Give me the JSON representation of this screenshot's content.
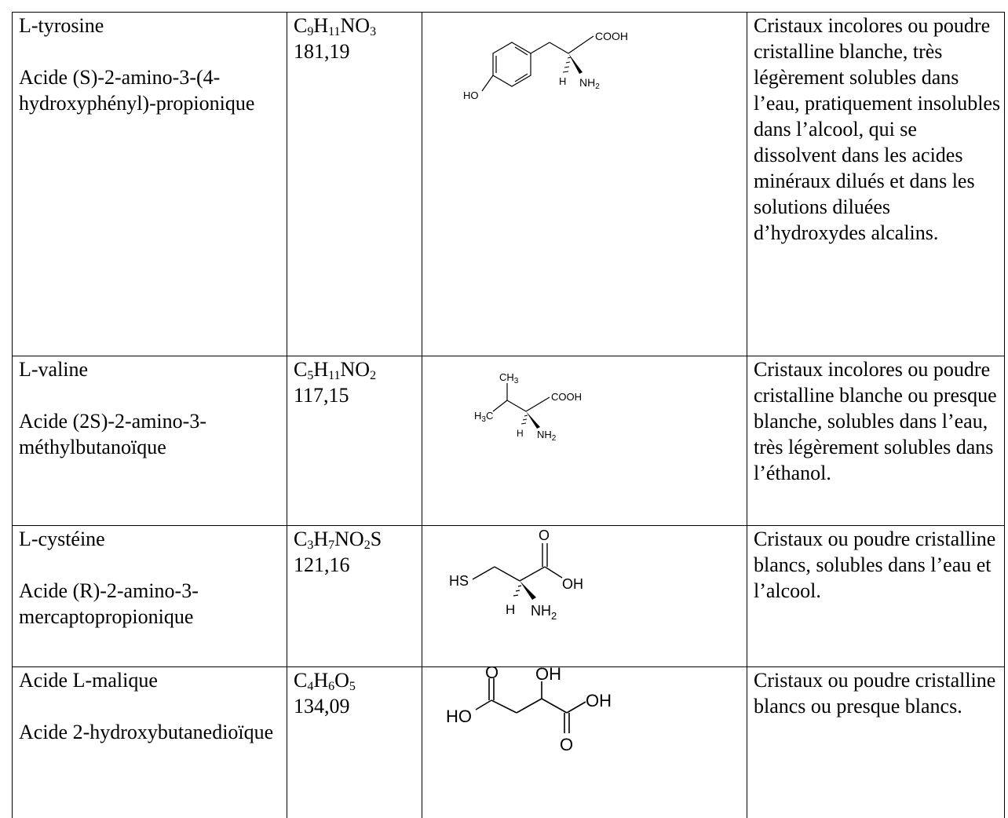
{
  "rows": [
    {
      "name": "L-tyrosine",
      "iupac": "Acide (S)-2-amino-3-(4-hydroxyphényl)-propionique",
      "formula": {
        "C": "C",
        "c": "9",
        "H": "H",
        "h": "11",
        "rest1": "NO",
        "r1": "3",
        "rest2": "",
        "r2": ""
      },
      "mw": "181,19",
      "structure": {
        "labels": {
          "cooh": "COOH",
          "h": "H",
          "nh2": "NH",
          "nh2_sub": "2",
          "ho": "HO"
        },
        "icon": "tyrosine-structure-icon"
      },
      "description": "Cristaux incolores ou poudre cristalline blanche, très légèrement solubles dans l’eau, pratiquement insolubles dans l’alcool, qui se dissolvent dans les acides minéraux dilués et dans les solutions diluées d’hydroxydes alcalins."
    },
    {
      "name": "L-valine",
      "iupac": "Acide (2S)-2-amino-3-méthylbutanoïque",
      "formula": {
        "C": "C",
        "c": "5",
        "H": "H",
        "h": "11",
        "rest1": "NO",
        "r1": "2",
        "rest2": "",
        "r2": ""
      },
      "mw": "117,15",
      "structure": {
        "labels": {
          "ch3": "CH",
          "ch3_sub": "3",
          "cooh": "COOH",
          "h3c": "H",
          "h3c_sub": "3",
          "h3c_c": "C",
          "h": "H",
          "nh2": "NH",
          "nh2_sub": "2"
        },
        "icon": "valine-structure-icon"
      },
      "description": "Cristaux incolores ou poudre cristalline blanche ou presque blanche, solubles dans l’eau, très légèrement solubles dans l’éthanol."
    },
    {
      "name": "L-cystéine",
      "iupac": "Acide (R)-2-amino-3-mercaptopropionique",
      "formula": {
        "C": "C",
        "c": "3",
        "H": "H",
        "h": "7",
        "rest1": "NO",
        "r1": "2",
        "rest2": "S",
        "r2": ""
      },
      "mw": "121,16",
      "structure": {
        "labels": {
          "o": "O",
          "hs": "HS",
          "oh": "OH",
          "h": "H",
          "nh2": "NH",
          "nh2_sub": "2"
        },
        "icon": "cysteine-structure-icon"
      },
      "description": "Cristaux ou poudre cristalline blancs, solubles dans l’eau et l’alcool."
    },
    {
      "name": "Acide L-malique",
      "iupac": "Acide 2-hydroxybutanedioïque",
      "formula": {
        "C": "C",
        "c": "4",
        "H": "H",
        "h": "6",
        "rest1": "O",
        "r1": "5",
        "rest2": "",
        "r2": ""
      },
      "mw": "134,09",
      "structure": {
        "labels": {
          "o_top": "O",
          "oh_top": "OH",
          "ho": "HO",
          "oh_right": "OH",
          "o_bottom": "O"
        },
        "icon": "malic-acid-structure-icon"
      },
      "description": "Cristaux ou poudre cristalline blancs ou presque blancs."
    }
  ]
}
